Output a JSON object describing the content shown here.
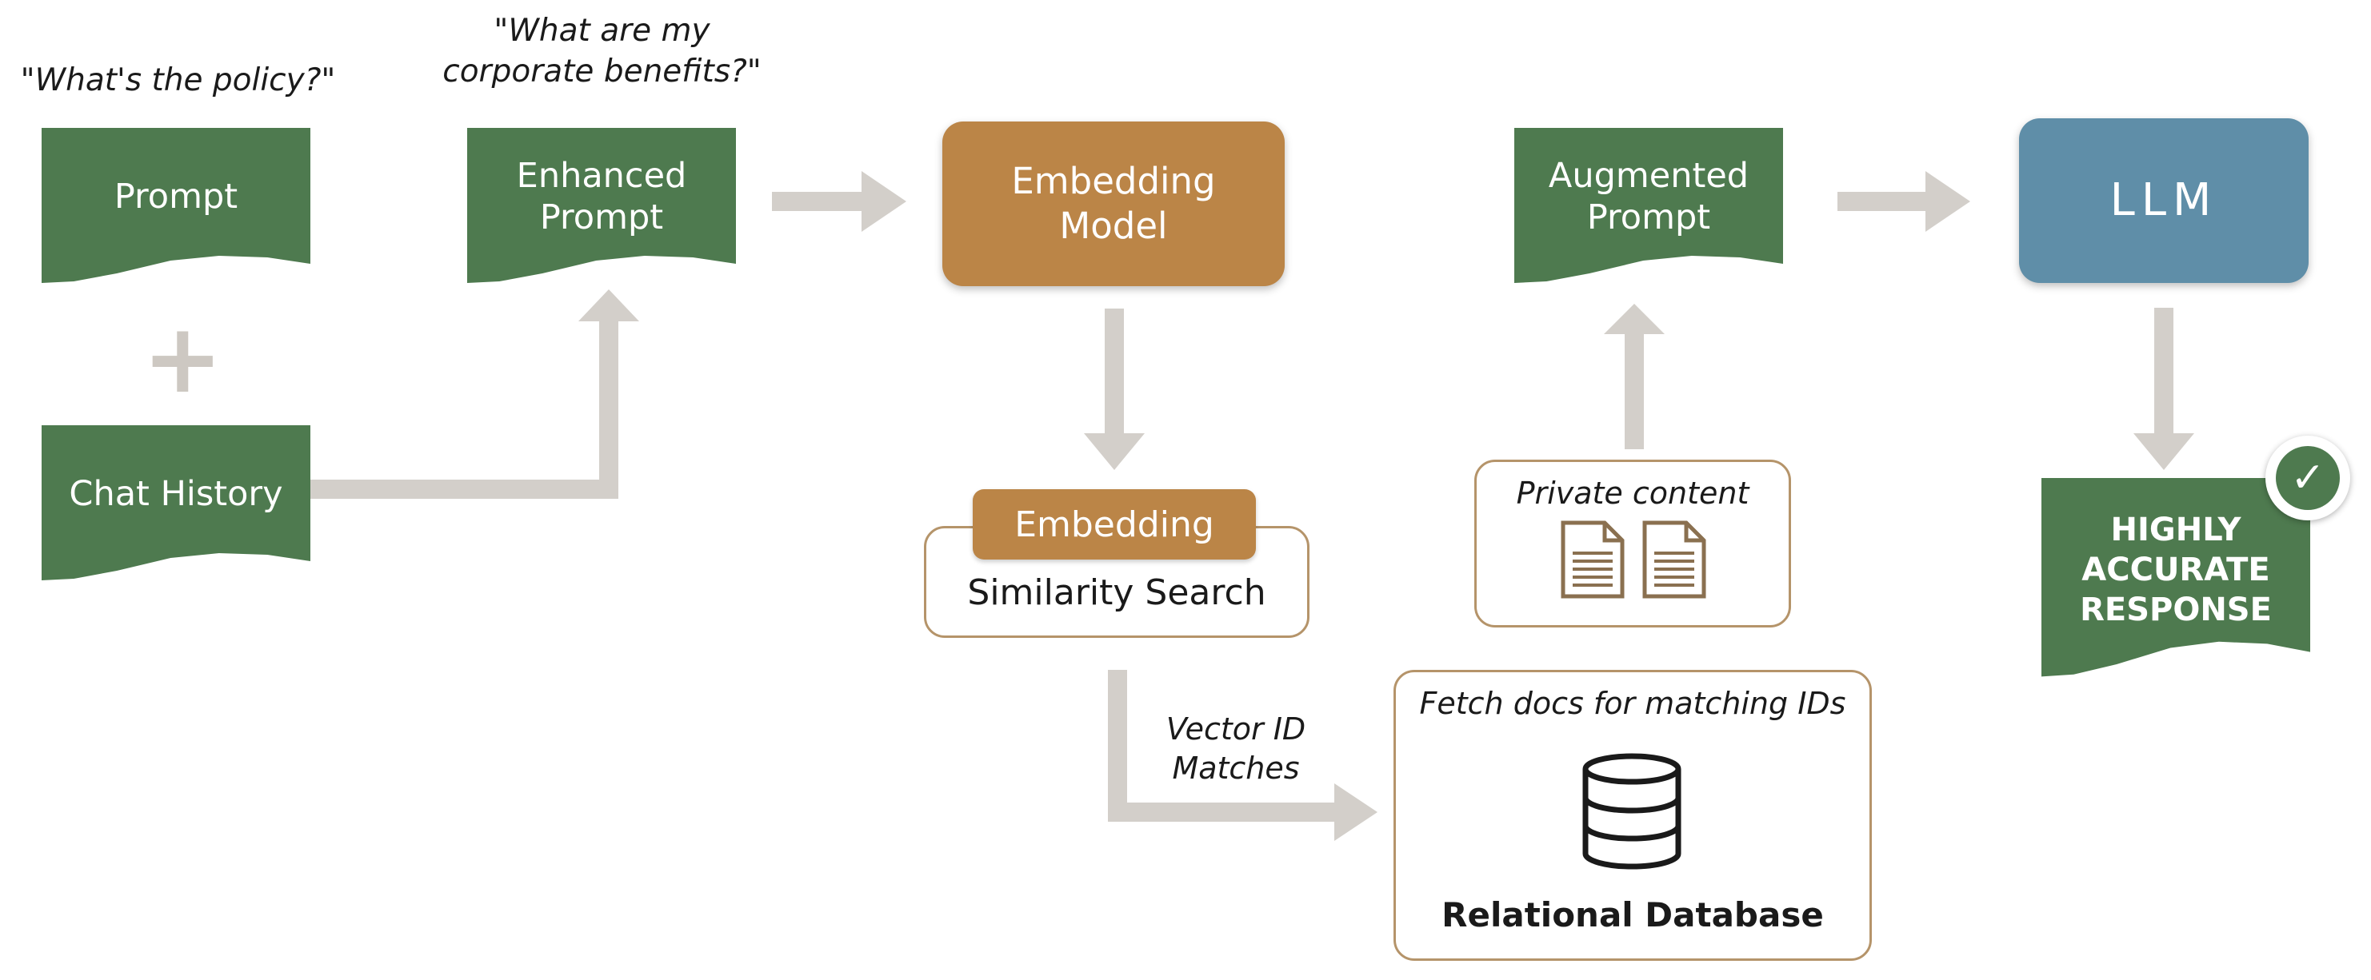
{
  "quotes": {
    "policy": "\"What's the policy?\"",
    "benefits_line1": "\"What are my",
    "benefits_line2": "corporate benefits?\""
  },
  "nodes": {
    "prompt": "Prompt",
    "chat_history": "Chat History",
    "enhanced_prompt_line1": "Enhanced",
    "enhanced_prompt_line2": "Prompt",
    "embedding_model_line1": "Embedding",
    "embedding_model_line2": "Model",
    "embedding_tab": "Embedding",
    "similarity_search": "Similarity Search",
    "vector_matches_line1": "Vector ID",
    "vector_matches_line2": "Matches",
    "fetch_docs": "Fetch docs for matching IDs",
    "relational_database": "Relational Database",
    "private_content": "Private content",
    "augmented_prompt_line1": "Augmented",
    "augmented_prompt_line2": "Prompt",
    "llm": "LLM",
    "response_line1": "HIGHLY",
    "response_line2": "ACCURATE",
    "response_line3": "RESPONSE"
  },
  "plus_sign": "+",
  "icons": {
    "plus": "plus-icon",
    "document": "document-icon",
    "database": "database-icon",
    "check": "check-icon"
  },
  "colors": {
    "green": "#4e7a4f",
    "orange": "#bb8547",
    "blue": "#5f8ea8",
    "arrow": "#d3cfca",
    "outline": "#b5946a"
  }
}
